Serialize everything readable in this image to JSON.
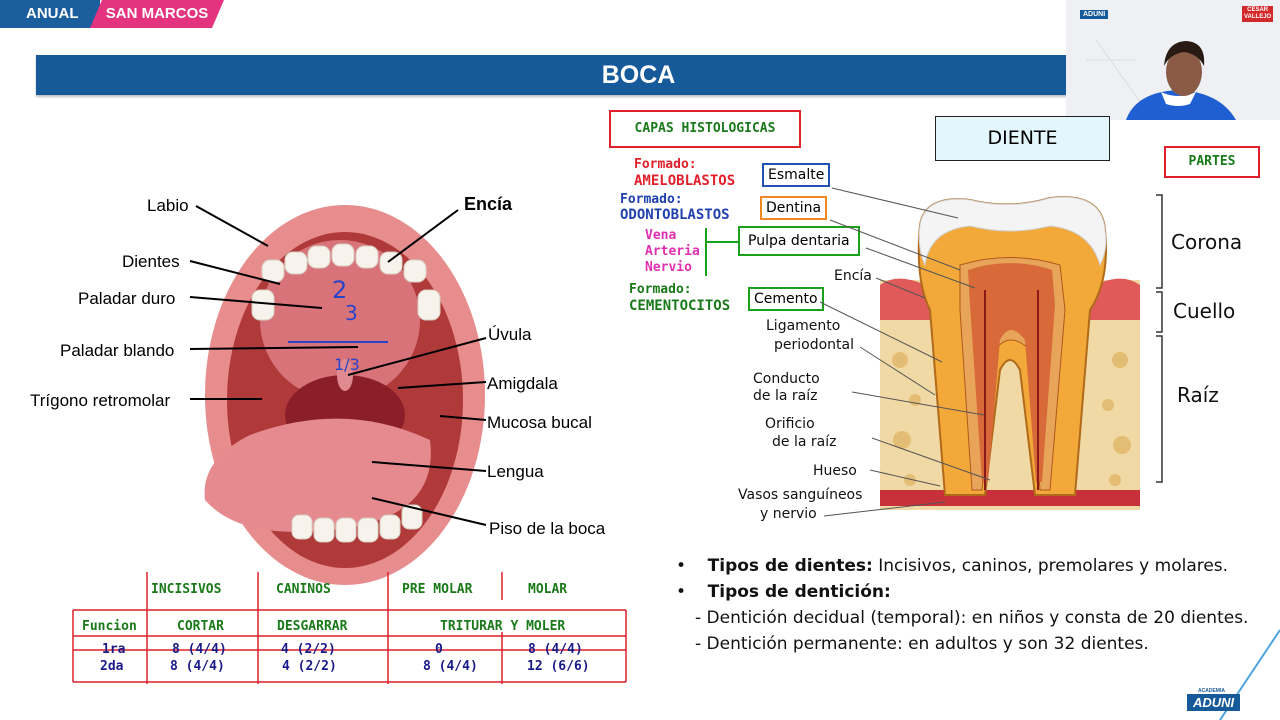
{
  "header": {
    "badge1": "ANUAL",
    "badge2": "SAN MARCOS",
    "title": "BOCA"
  },
  "webcam": {
    "logo_left": "ADUNI",
    "logo_right_1": "CÉSAR",
    "logo_right_2": "VALLEJO"
  },
  "mouth": {
    "labels": {
      "labio": "Labio",
      "encia": "Encía",
      "dientes": "Dientes",
      "paladar_duro": "Paladar duro",
      "paladar_blando": "Paladar blando",
      "uvula": "Úvula",
      "trigono": "Trígono retromolar",
      "amigdala": "Amigdala",
      "mucosa": "Mucosa bucal",
      "lengua": "Lengua",
      "piso": "Piso de la boca"
    },
    "annotations": {
      "top": "2/3",
      "bottom": "1/3"
    }
  },
  "histology": {
    "title": "CAPAS HISTOLOGICAS",
    "ameloblastos_pre": "Formado:",
    "ameloblastos": "AMELOBLASTOS",
    "odonto_pre": "Formado:",
    "odonto": "ODONTOBLASTOS",
    "vena": "Vena",
    "arteria": "Arteria",
    "nervio": "Nervio",
    "cemento_pre": "Formado:",
    "cemento_cells": "CEMENTOCITOS",
    "esmalte": "Esmalte",
    "dentina": "Dentina",
    "pulpa": "Pulpa dentaria",
    "cemento": "Cemento"
  },
  "tooth": {
    "title": "DIENTE",
    "partes": "PARTES",
    "encia": "Encía",
    "ligamento_1": "Ligamento",
    "ligamento_2": "periodontal",
    "conducto_1": "Conducto",
    "conducto_2": "de la raíz",
    "orificio_1": "Orificio",
    "orificio_2": "de la raíz",
    "hueso": "Hueso",
    "vasos_1": "Vasos sanguíneos",
    "vasos_2": "y nervio",
    "corona": "Corona",
    "cuello": "Cuello",
    "raiz": "Raíz"
  },
  "table": {
    "headers": [
      "INCISIVOS",
      "CANINOS",
      "PRE MOLAR",
      "MOLAR"
    ],
    "funcion_label": "Funcion",
    "funciones": [
      "CORTAR",
      "DESGARRAR",
      "TRITURAR Y MOLER"
    ],
    "row1_label": "1ra",
    "row1": [
      "8 (4/4)",
      "4 (2/2)",
      "0",
      "8 (4/4)"
    ],
    "row2_label": "2da",
    "row2": [
      "8 (4/4)",
      "4 (2/2)",
      "8 (4/4)",
      "12 (6/6)"
    ]
  },
  "notes": {
    "b1_bold": "Tipos de dientes:",
    "b1_text": " Incisivos, caninos, premolares y molares.",
    "b2_bold": "Tipos de dentición:",
    "d1": "- Dentición decidual (temporal): en niños y consta de 20 dientes.",
    "d2": "- Dentición permanente: en adultos y son 32 dientes."
  },
  "footer": {
    "logo_small": "ACADEMIA",
    "logo": "ADUNI"
  },
  "colors": {
    "brand_blue": "#175a9a",
    "brand_pink": "#e5347f",
    "green": "#1a7a1a",
    "red": "#e0202a"
  }
}
